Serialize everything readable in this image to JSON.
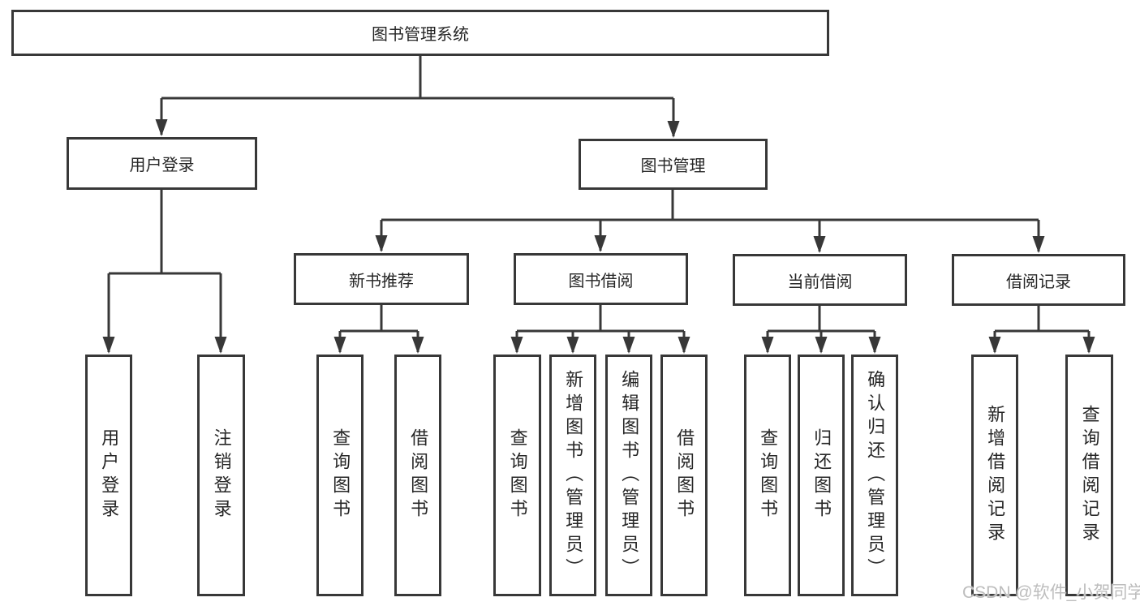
{
  "tree": {
    "root": {
      "label": "图书管理系统",
      "children": [
        {
          "label": "用户登录",
          "children": [
            {
              "label": "用户登录"
            },
            {
              "label": "注销登录"
            }
          ]
        },
        {
          "label": "图书管理",
          "children": [
            {
              "label": "新书推荐",
              "children": [
                {
                  "label": "查询图书"
                },
                {
                  "label": "借阅图书"
                }
              ]
            },
            {
              "label": "图书借阅",
              "children": [
                {
                  "label": "查询图书"
                },
                {
                  "label": "新增图书（管理员）"
                },
                {
                  "label": "编辑图书（管理员）"
                },
                {
                  "label": "借阅图书"
                }
              ]
            },
            {
              "label": "当前借阅",
              "children": [
                {
                  "label": "查询图书"
                },
                {
                  "label": "归还图书"
                },
                {
                  "label": "确认归还（管理员）"
                }
              ]
            },
            {
              "label": "借阅记录",
              "children": [
                {
                  "label": "新增借阅记录"
                },
                {
                  "label": "查询借阅记录"
                }
              ]
            }
          ]
        }
      ]
    }
  },
  "watermark": {
    "text": "CSDN @软件_小贺同学"
  },
  "colors": {
    "line": "#383838",
    "box_border": "#383838",
    "text": "#262626",
    "background": "#ffffff",
    "watermark": "#bdbdbd"
  }
}
